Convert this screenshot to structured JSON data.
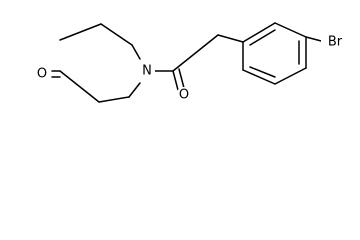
{
  "molecule": {
    "atoms": {
      "ketone_oxygen": "O",
      "ring_nitrogen": "N",
      "amide_oxygen": "O",
      "bromine": "Br"
    }
  },
  "colors": {
    "bond": "#000000",
    "background": "#ffffff"
  }
}
